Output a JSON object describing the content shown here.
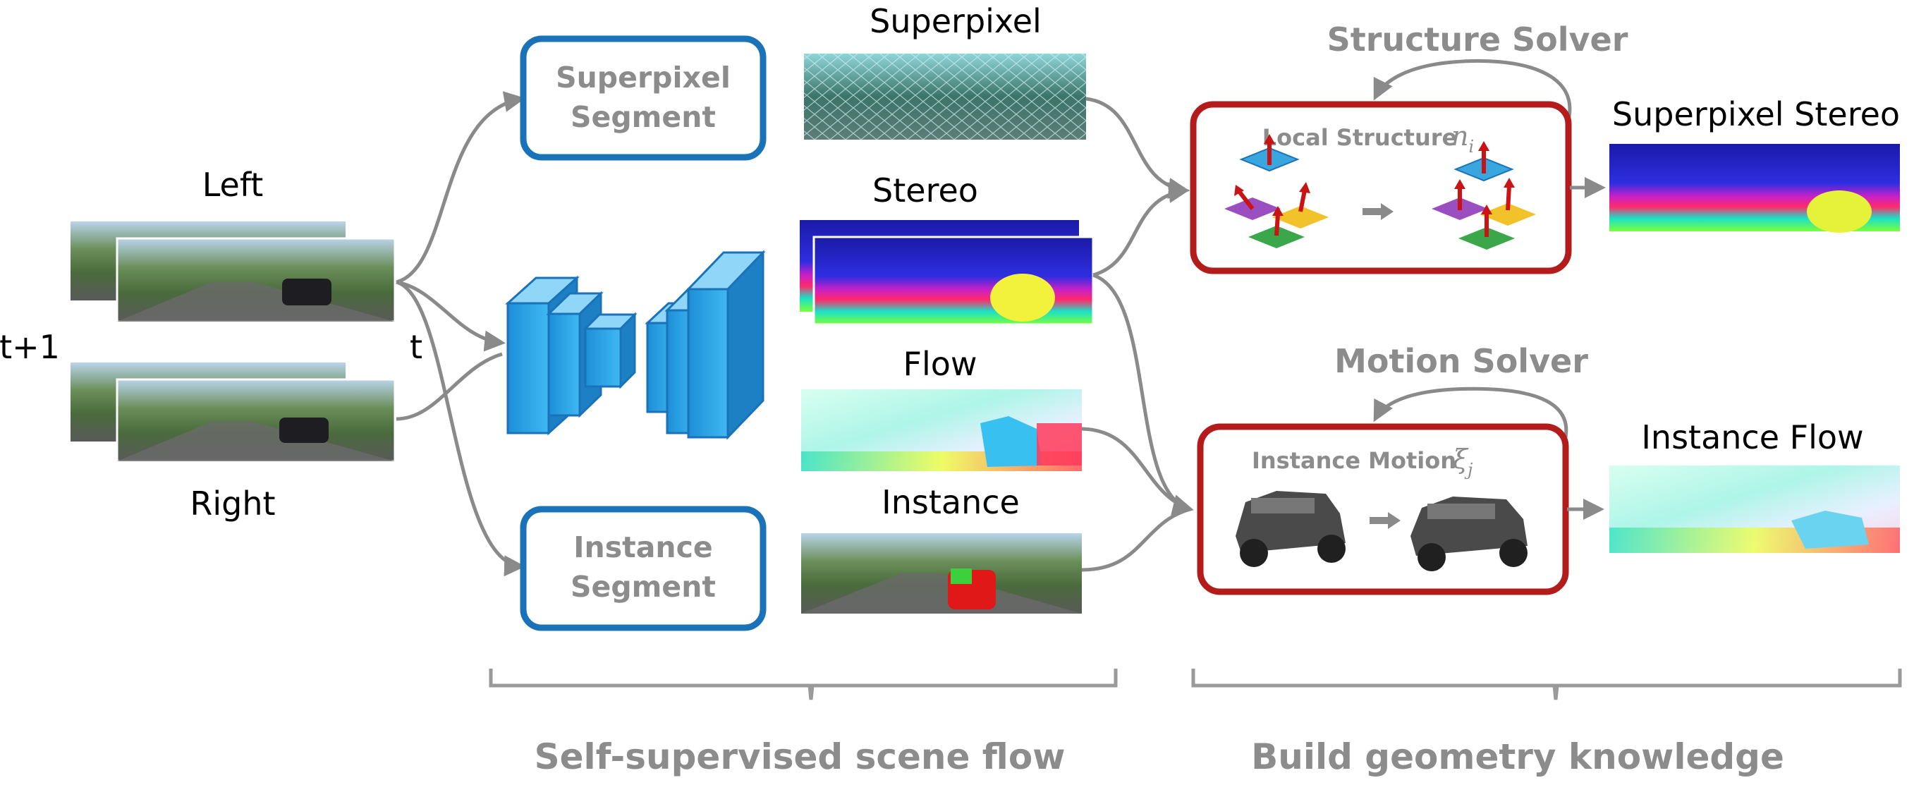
{
  "inputs": {
    "left_label": "Left",
    "right_label": "Right",
    "t1_label": "t+1",
    "t_label": "t"
  },
  "segments": {
    "superpixel": [
      "Superpixel",
      "Segment"
    ],
    "instance": [
      "Instance",
      "Segment"
    ]
  },
  "outputs": {
    "superpixel": "Superpixel",
    "stereo": "Stereo",
    "flow": "Flow",
    "instance": "Instance"
  },
  "solvers": {
    "structure": {
      "title": "Structure Solver",
      "inner_label": "Local Structure",
      "symbol": "n",
      "subscript": "i",
      "result": "Superpixel Stereo"
    },
    "motion": {
      "title": "Motion Solver",
      "inner_label": "Instance Motion",
      "symbol": "ξ",
      "subscript": "j",
      "result": "Instance Flow"
    }
  },
  "sections": {
    "left": "Self-supervised scene flow",
    "right": "Build geometry knowledge"
  },
  "colors": {
    "segment_border": "#1a73b8",
    "solver_border": "#b41c1c",
    "network_blue": "#29a8e8",
    "connector_gray": "#8a8a8a"
  }
}
